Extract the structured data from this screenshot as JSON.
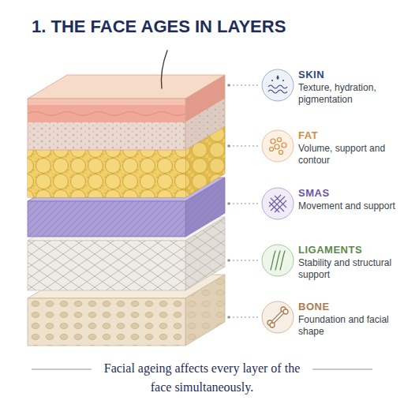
{
  "diagram": {
    "title": "1. THE FACE AGES IN LAYERS",
    "caption": "Facial ageing affects every layer of the face simultaneously.",
    "labels": [
      "SKIN",
      "Texture, hydration, pigmentation",
      "FAT",
      "Volume, support and contour",
      "SMAS",
      "Movement and support",
      "LIGAMENTS",
      "Stability and structural support",
      "BONE",
      "Foundation and facial shape"
    ]
  }
}
